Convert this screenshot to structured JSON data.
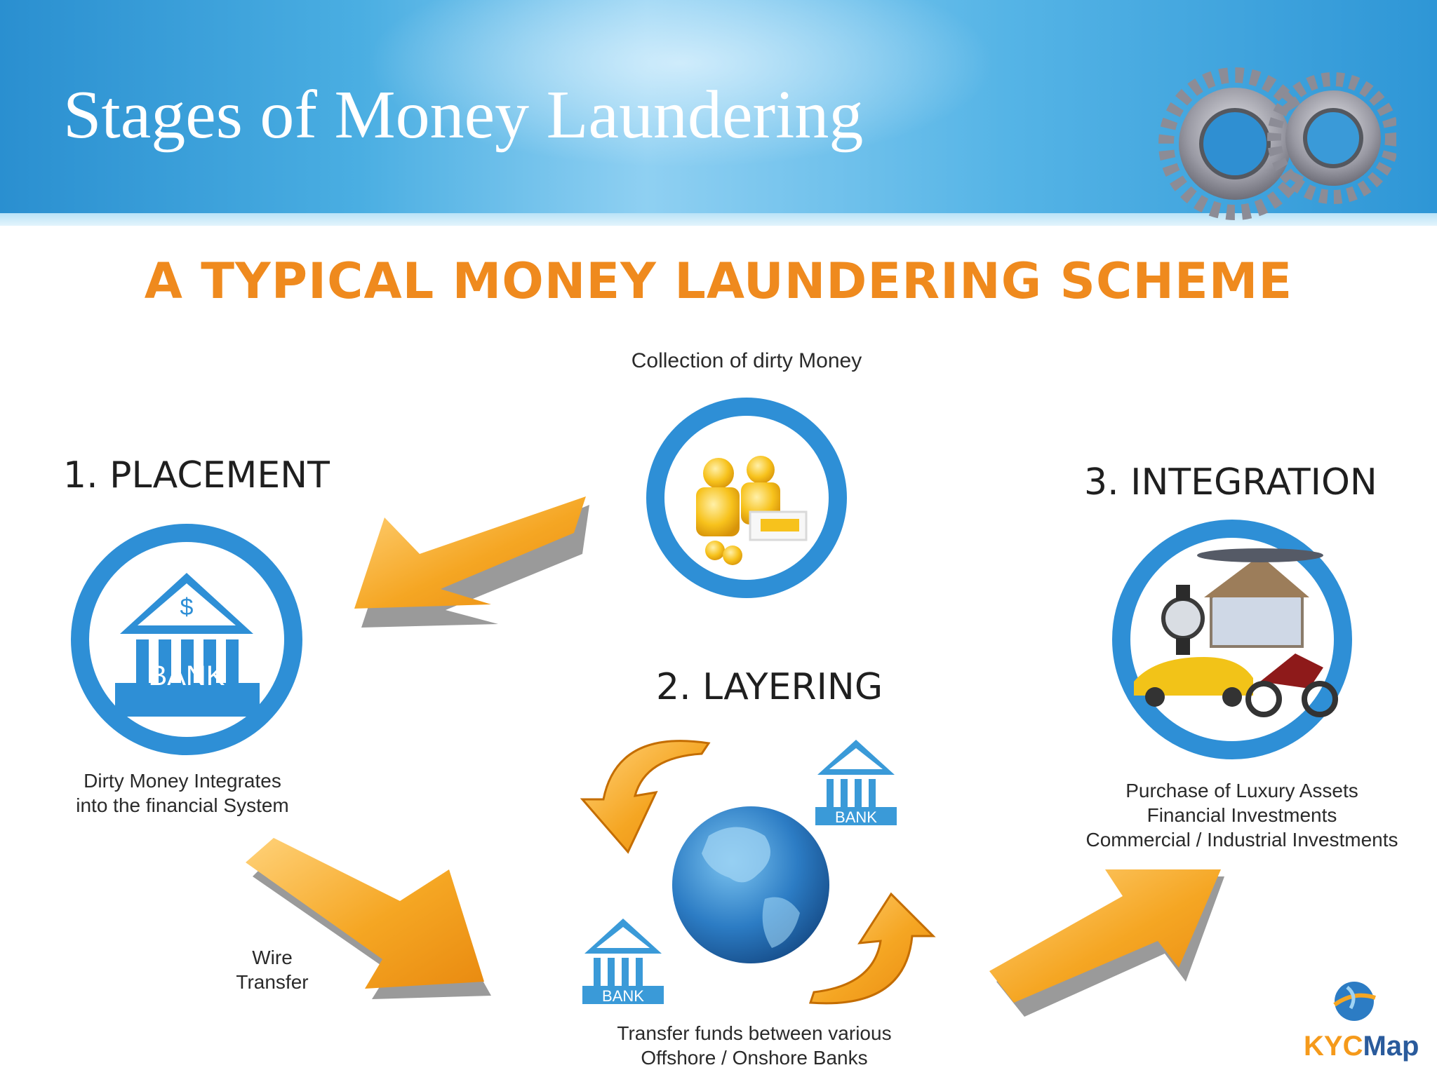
{
  "title": "Stages of Money Laundering",
  "scheme_title": "A TYPICAL  MONEY  LAUNDERING SCHEME",
  "collection_label": "Collection of dirty Money",
  "stages": {
    "placement": {
      "label": "1. PLACEMENT",
      "caption_lines": [
        "Dirty Money Integrates",
        "into the financial System"
      ],
      "bank_text": "BANK"
    },
    "layering": {
      "label": "2. LAYERING",
      "caption_lines": [
        "Transfer funds between various",
        "Offshore / Onshore Banks"
      ],
      "bank_text": "BANK"
    },
    "integration": {
      "label": "3. INTEGRATION",
      "caption_lines": [
        "Purchase of Luxury Assets",
        "Financial Investments",
        "Commercial / Industrial Investments"
      ]
    }
  },
  "wire_transfer_lines": [
    "Wire",
    "Transfer"
  ],
  "logo": {
    "text_kyc": "KYC",
    "text_map": "Map"
  },
  "colors": {
    "banner_blue": "#2a8fd0",
    "accent_orange": "#ef8a1e",
    "circle_blue": "#2e8fd6",
    "arrow_orange": "#f5a623"
  }
}
